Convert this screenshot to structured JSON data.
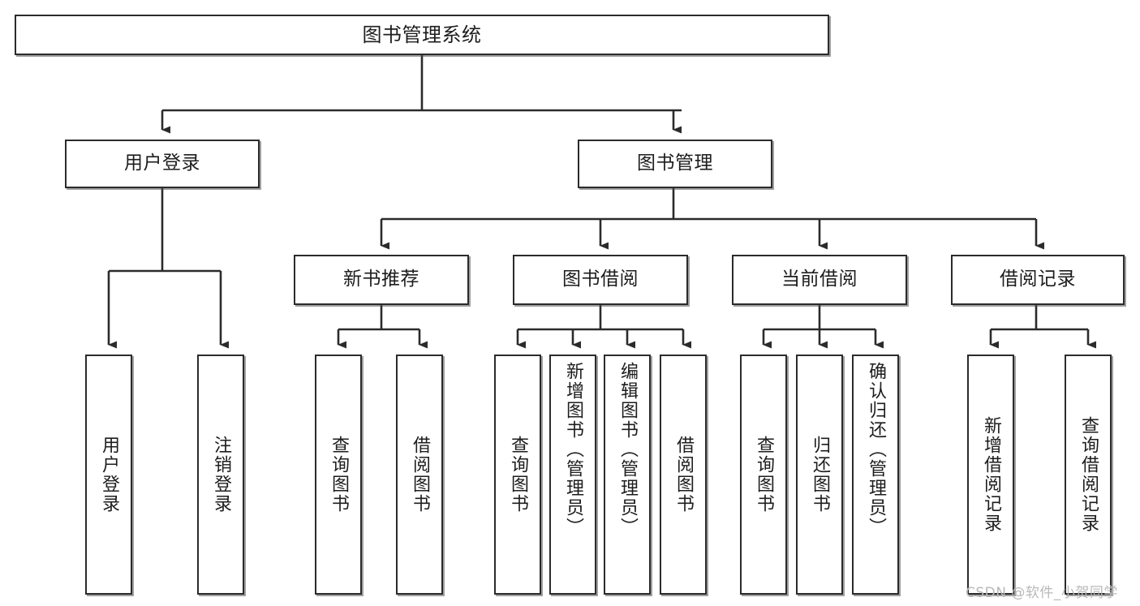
{
  "diagram": {
    "type": "tree",
    "title": "图书管理系统",
    "orientation": "top-down",
    "stroke_color": "#2b2b2b",
    "background_color": "#ffffff",
    "text_color": "#1d1d1d"
  },
  "nodes": {
    "root": {
      "label": "图书管理系统",
      "level": 0
    },
    "l1": [
      {
        "label": "用户登录",
        "level": 1
      },
      {
        "label": "图书管理",
        "level": 1
      }
    ],
    "l2": [
      {
        "label": "新书推荐",
        "level": 2
      },
      {
        "label": "图书借阅",
        "level": 2
      },
      {
        "label": "当前借阅",
        "level": 2
      },
      {
        "label": "借阅记录",
        "level": 2
      }
    ],
    "leaves": [
      {
        "label": "用户登录",
        "parent": "用户登录",
        "level": 3
      },
      {
        "label": "注销登录",
        "parent": "用户登录",
        "level": 3
      },
      {
        "label": "查询图书",
        "parent": "新书推荐",
        "level": 3
      },
      {
        "label": "借阅图书",
        "parent": "新书推荐",
        "level": 3
      },
      {
        "label": "查询图书",
        "parent": "图书借阅",
        "level": 3
      },
      {
        "label": "新增图书（管理员）",
        "parent": "图书借阅",
        "level": 3
      },
      {
        "label": "编辑图书（管理员）",
        "parent": "图书借阅",
        "level": 3
      },
      {
        "label": "借阅图书",
        "parent": "图书借阅",
        "level": 3
      },
      {
        "label": "查询图书",
        "parent": "当前借阅",
        "level": 3
      },
      {
        "label": "归还图书",
        "parent": "当前借阅",
        "level": 3
      },
      {
        "label": "确认归还（管理员）",
        "parent": "当前借阅",
        "level": 3
      },
      {
        "label": "新增借阅记录",
        "parent": "借阅记录",
        "level": 3
      },
      {
        "label": "查询借阅记录",
        "parent": "借阅记录",
        "level": 3
      }
    ]
  },
  "watermark": {
    "text": "CSDN @软件_小贺同学"
  }
}
